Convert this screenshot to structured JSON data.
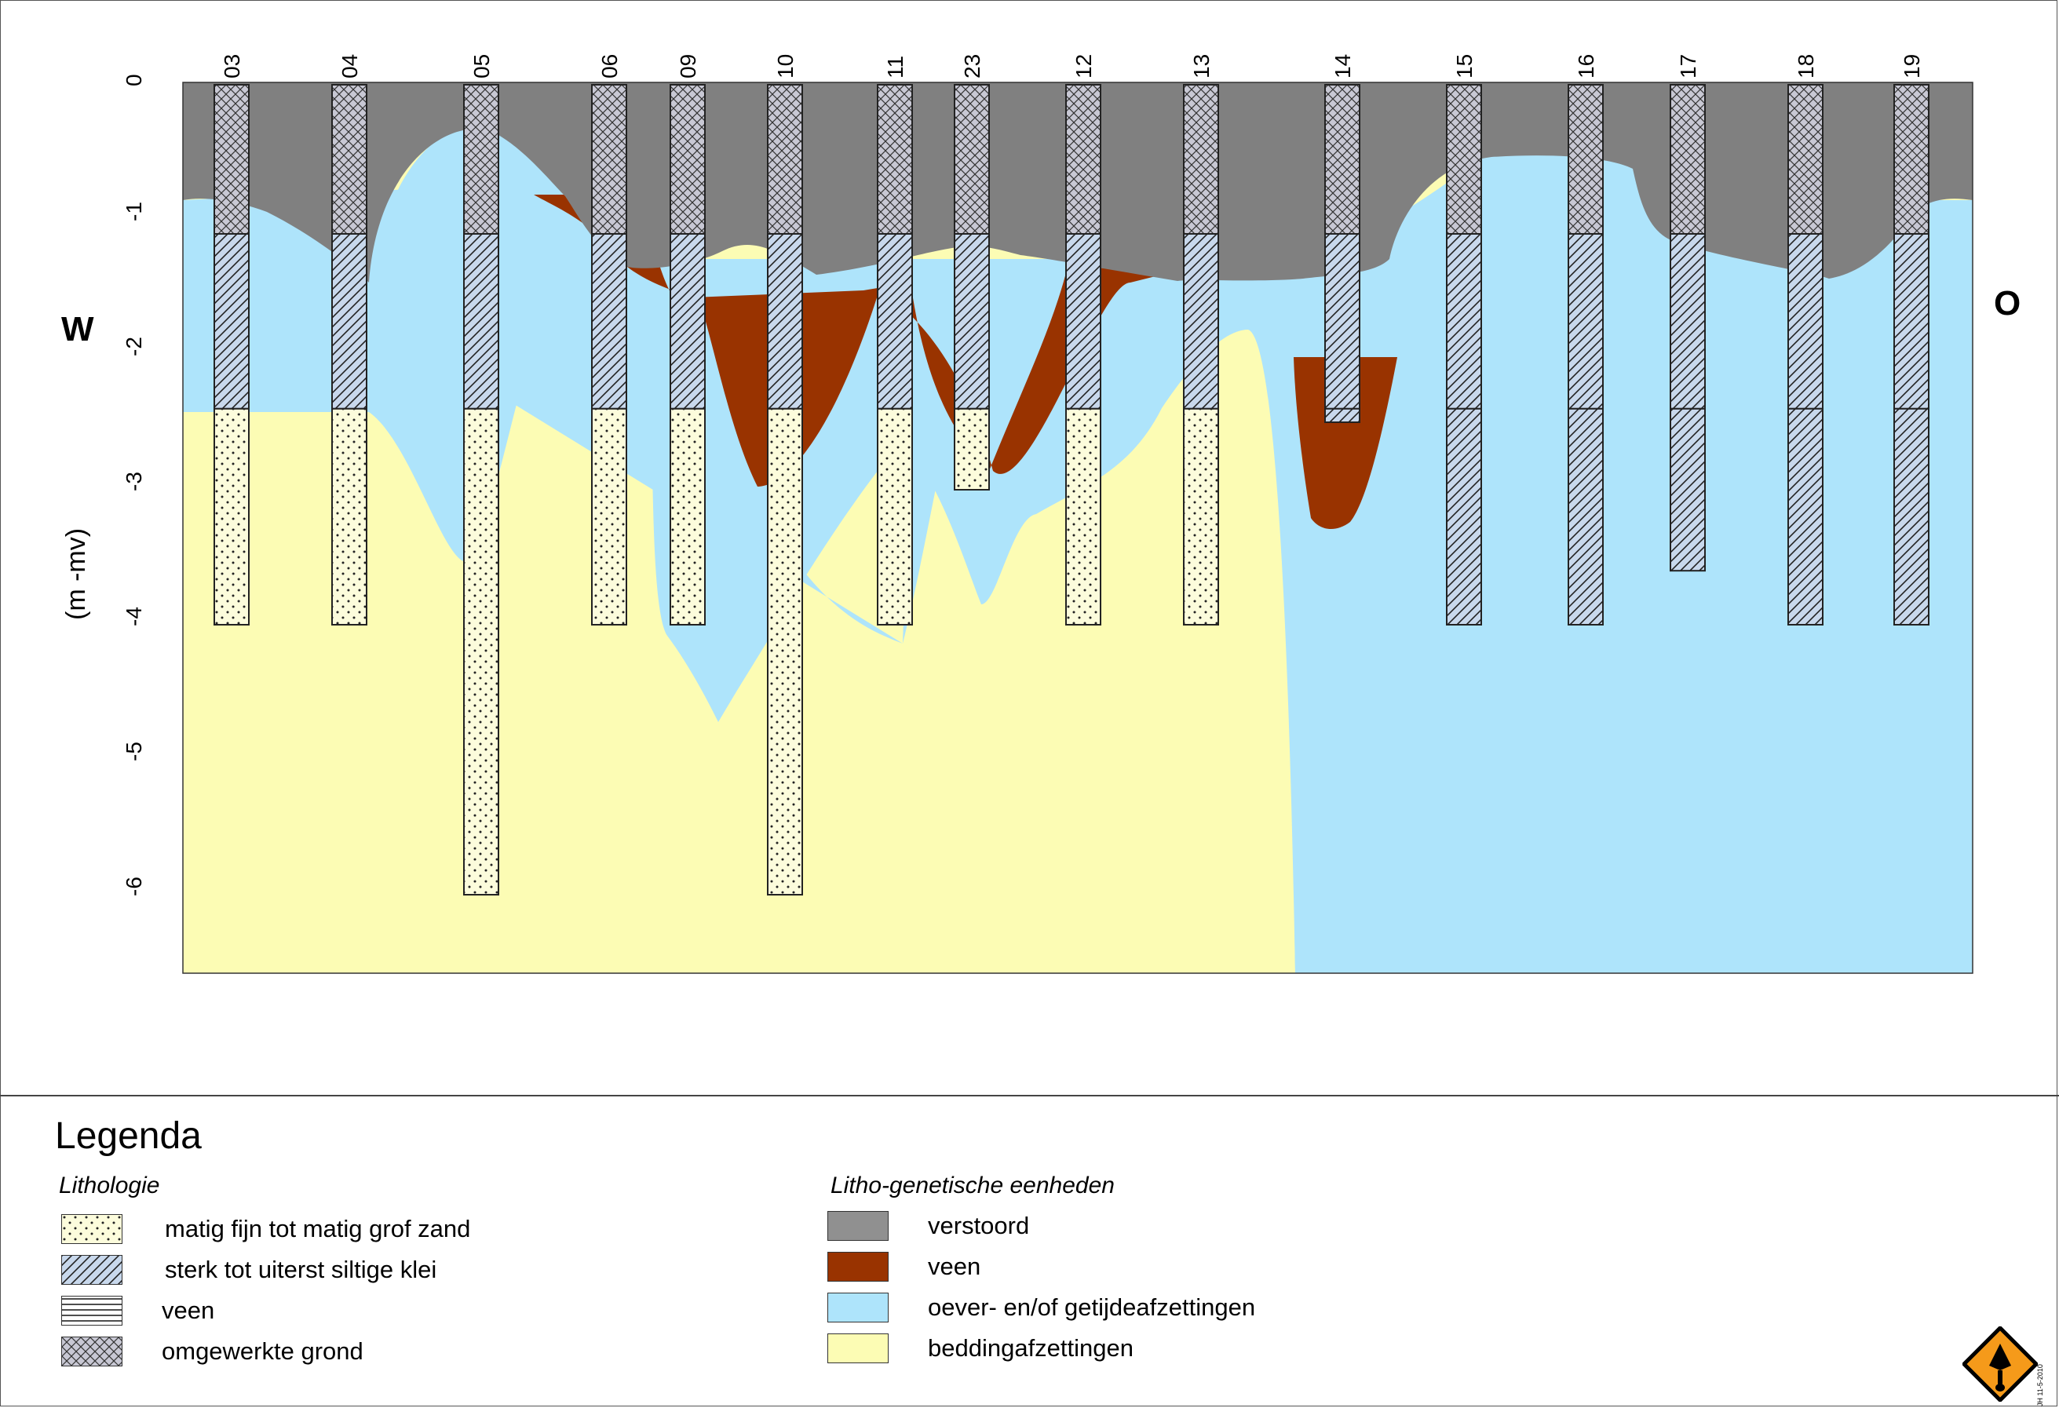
{
  "diagram": {
    "side_labels": {
      "west": "W",
      "east": "O"
    },
    "y_axis_label": "(m -mv)",
    "depth_ticks": [
      "0",
      "-1",
      "-2",
      "-3",
      "-4",
      "-5",
      "-6"
    ],
    "boreholes": [
      {
        "id": "03",
        "bottom_depth_m": -4.0
      },
      {
        "id": "04",
        "bottom_depth_m": -4.0
      },
      {
        "id": "05",
        "bottom_depth_m": -6.0
      },
      {
        "id": "06",
        "bottom_depth_m": -4.0
      },
      {
        "id": "09",
        "bottom_depth_m": -4.0
      },
      {
        "id": "10",
        "bottom_depth_m": -6.0
      },
      {
        "id": "11",
        "bottom_depth_m": -4.0
      },
      {
        "id": "23",
        "bottom_depth_m": -3.0
      },
      {
        "id": "12",
        "bottom_depth_m": -4.0
      },
      {
        "id": "13",
        "bottom_depth_m": -4.0
      },
      {
        "id": "14",
        "bottom_depth_m": -2.5
      },
      {
        "id": "15",
        "bottom_depth_m": -4.0
      },
      {
        "id": "16",
        "bottom_depth_m": -4.0
      },
      {
        "id": "17",
        "bottom_depth_m": -3.6
      },
      {
        "id": "18",
        "bottom_depth_m": -4.0
      },
      {
        "id": "19",
        "bottom_depth_m": -4.0
      }
    ],
    "unit_colors": {
      "verstoord": "#808080",
      "veen": "#993300",
      "oever": "#aee4fb",
      "bedding": "#fcfcb4"
    }
  },
  "legend": {
    "title": "Legenda",
    "lithology_heading": "Lithologie",
    "lithology_items": [
      {
        "label": "matig fijn tot matig grof zand",
        "pattern": "dots"
      },
      {
        "label": "sterk tot uiterst siltige klei",
        "pattern": "diagonal"
      },
      {
        "label": "veen",
        "pattern": "horizontal"
      },
      {
        "label": "omgewerkte grond",
        "pattern": "grid"
      }
    ],
    "units_heading": "Litho-genetische eenheden",
    "unit_items": [
      {
        "label": "verstoord",
        "color": "#909090"
      },
      {
        "label": "veen",
        "color": "#993300"
      },
      {
        "label": "oever- en/of getijdeafzettingen",
        "color": "#aee4fb"
      },
      {
        "label": "beddingafzettingen",
        "color": "#fcfcb4"
      }
    ]
  },
  "logo": {
    "icon": "trowel-warning-icon",
    "date_text": "JH 11-5-2010"
  }
}
